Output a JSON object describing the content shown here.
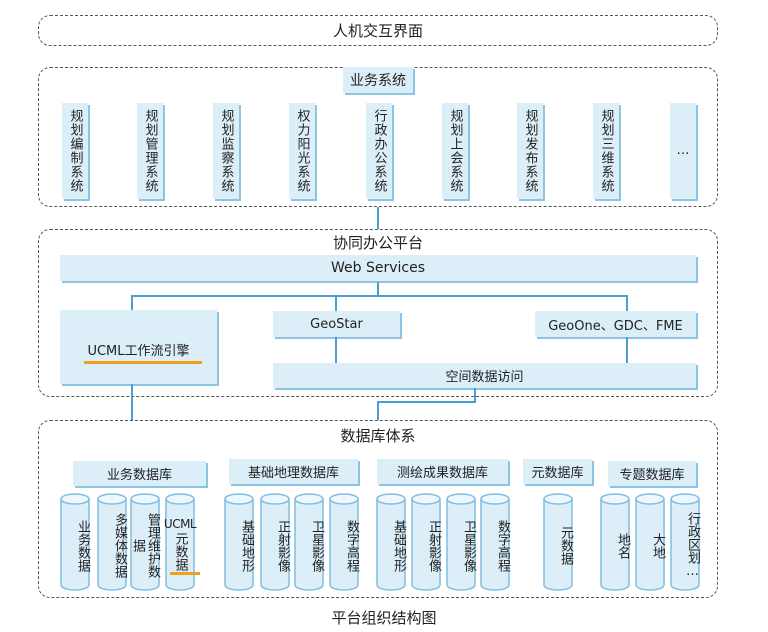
{
  "top": {
    "title": "人机交互界面"
  },
  "business": {
    "title": "业务系统",
    "systems": [
      "规划编制系统",
      "规划管理系统",
      "规划监察系统",
      "权力阳光系统",
      "行政办公系统",
      "规划上会系统",
      "规划发布系统",
      "规划三维系统",
      "…"
    ]
  },
  "platform": {
    "title": "协同办公平台",
    "web_services": "Web Services",
    "ucml": "UCML工作流引擎",
    "geostar": "GeoStar",
    "geoone": "GeoOne、GDC、FME",
    "spatial": "空间数据访问"
  },
  "database": {
    "title": "数据库体系",
    "groups": [
      {
        "label": "业务数据库",
        "items": [
          "业务数据",
          "多媒体数据",
          "管理维护数据",
          "UCML元数据"
        ]
      },
      {
        "label": "基础地理数据库",
        "items": [
          "基础地形",
          "正射影像",
          "卫星影像",
          "数字高程"
        ]
      },
      {
        "label": "测绘成果数据库",
        "items": [
          "基础地形",
          "正射影像",
          "卫星影像",
          "数字高程"
        ]
      },
      {
        "label": "元数据库",
        "items": [
          "元数据"
        ]
      },
      {
        "label": "专题数据库",
        "items": [
          "地名",
          "大地",
          "行政区划…"
        ]
      }
    ]
  },
  "caption": "平台组织结构图",
  "colors": {
    "box_fill": "#dceef8",
    "box_shadow": "#8cc4e3",
    "line": "#4a9fd0",
    "accent": "#f0a11a"
  }
}
